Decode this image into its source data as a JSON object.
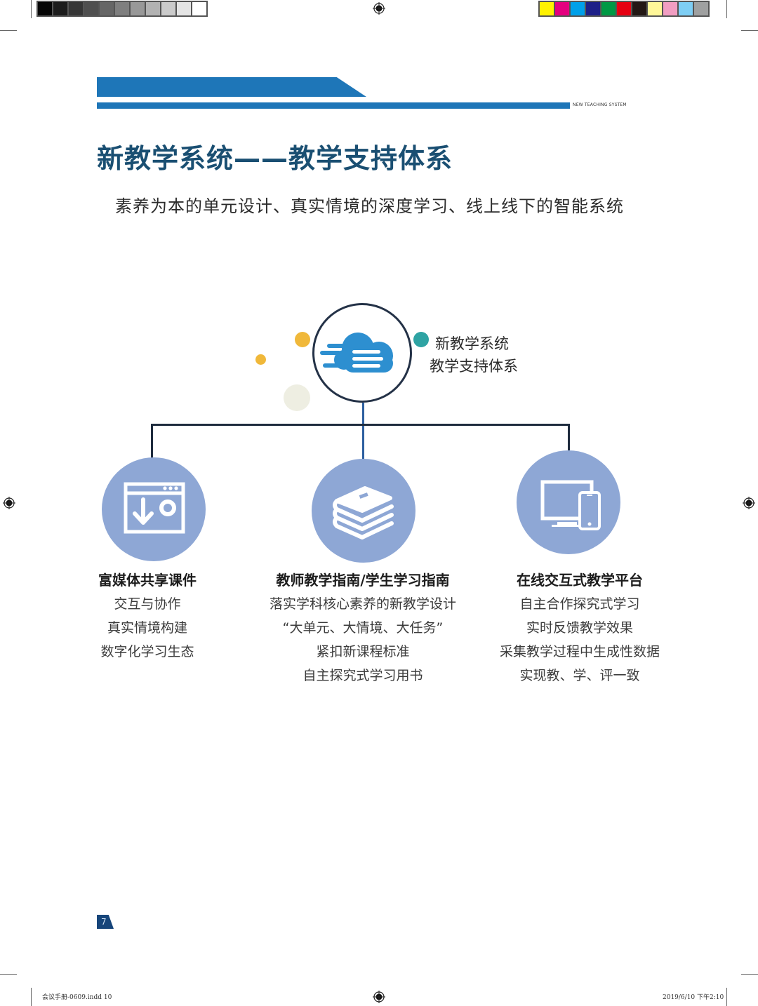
{
  "print_marks": {
    "gray_swatches": [
      "#050505",
      "#1c1c1c",
      "#363636",
      "#4f4f4f",
      "#666666",
      "#7f7f7f",
      "#989898",
      "#b2b2b2",
      "#cbcbcb",
      "#e4e4e4",
      "#ffffff"
    ],
    "color_swatches": [
      "#fff200",
      "#e4007f",
      "#00a0e9",
      "#1d2088",
      "#009944",
      "#e60012",
      "#231815",
      "#fff799",
      "#f19ec2",
      "#7ecef4",
      "#9fa0a0"
    ],
    "slug_left": "会议手册-0609.indd   10",
    "slug_right": "2019/6/10   下午2:10"
  },
  "header": {
    "caption": "NEW TEACHING SYSTEM",
    "accent_color": "#1e76b8"
  },
  "page": {
    "title": "新教学系统——教学支持体系",
    "subtitle": "素养为本的单元设计、真实情境的深度学习、线上线下的智能系统",
    "page_number": "7"
  },
  "hub": {
    "icon": "cloud-icon",
    "label_line1": "新教学系统",
    "label_line2": "教学支持体系"
  },
  "categories": [
    {
      "icon": "download-window-icon",
      "title": "富媒体共享课件",
      "lines": [
        "交互与协作",
        "真实情境构建",
        "数字化学习生态"
      ]
    },
    {
      "icon": "books-stack-icon",
      "title": "教师教学指南/学生学习指南",
      "lines": [
        "落实学科核心素养的新教学设计",
        "“大单元、大情境、大任务”",
        "紧扣新课程标准",
        "自主探究式学习用书"
      ]
    },
    {
      "icon": "monitor-phone-icon",
      "title": "在线交互式教学平台",
      "lines": [
        "自主合作探究式学习",
        "实时反馈教学效果",
        "采集教学过程中生成性数据",
        "实现教、学、评一致"
      ]
    }
  ]
}
